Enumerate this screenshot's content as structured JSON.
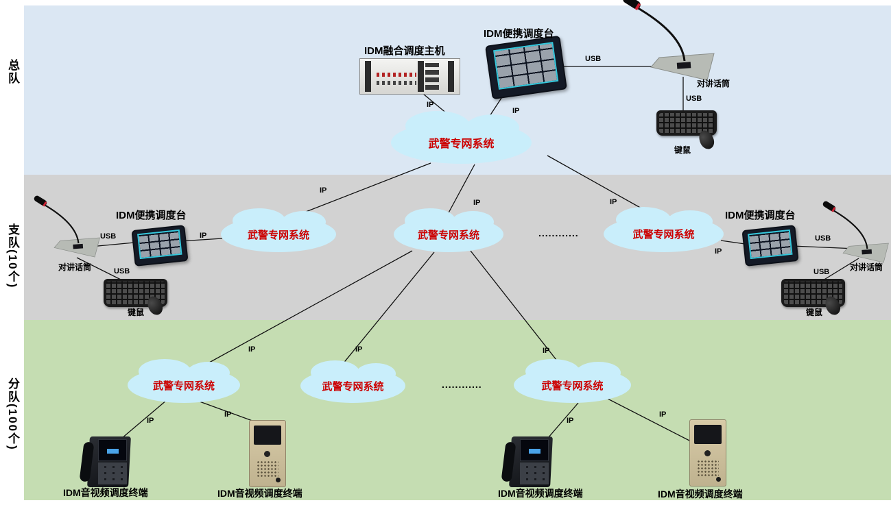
{
  "diagram": {
    "band_labels": {
      "hq": "总队",
      "detachment": "支队(10个)",
      "squad": "分队(100个)"
    },
    "cloud_label": "武警专网系统",
    "device_labels": {
      "fusion_host": "IDM融合调度主机",
      "portable_console": "IDM便携调度台",
      "intercom_mic": "对讲话筒",
      "keyboard_mouse": "键鼠",
      "av_terminal": "IDM音视频调度终端"
    },
    "link_labels": {
      "ip": "IP",
      "usb": "USB"
    },
    "ellipsis": "............",
    "colors": {
      "hq_band": "#dbe7f3",
      "detachment_band": "#d2d2d2",
      "squad_band": "#c5ddb2",
      "cloud_fill": "#c9eefb",
      "cloud_text": "#cc0000",
      "line": "#111111"
    }
  }
}
